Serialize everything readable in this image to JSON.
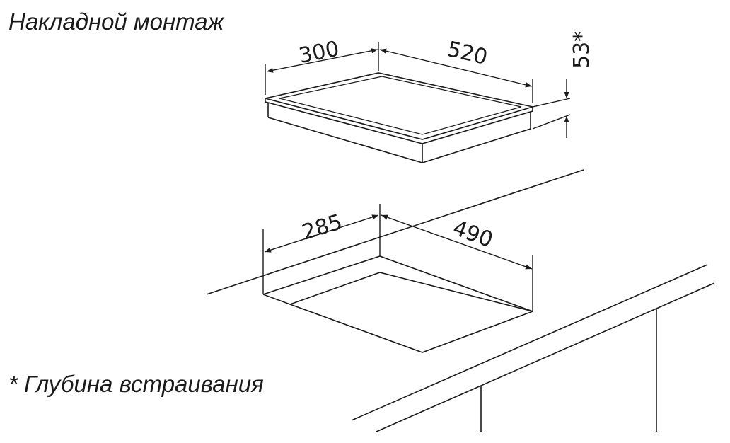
{
  "title": "Накладной монтаж",
  "footnote": "* Глубина встраивания",
  "hob": {
    "depth": "300",
    "width": "520",
    "embed_depth": "53*"
  },
  "cutout": {
    "depth": "285",
    "width": "490"
  }
}
